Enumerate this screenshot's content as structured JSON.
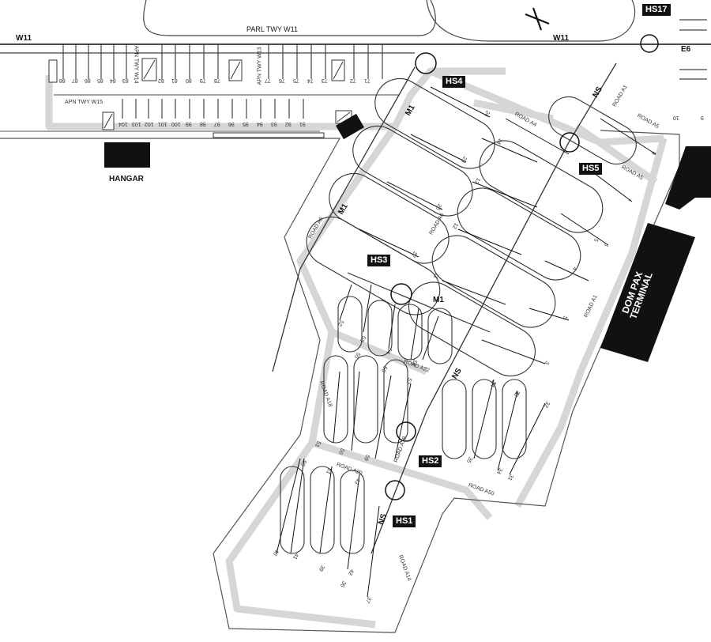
{
  "map": {
    "taxiways": {
      "w11_left": "W11",
      "w11_right": "W11",
      "parl_twy": "PARL TWY W11",
      "m1_upper": "M1",
      "m1_mid": "M1",
      "m1_lower": "M1",
      "ns_upper": "NS",
      "ns_mid": "NS",
      "ns_lower": "NS",
      "e6": "E6",
      "apn_twy_w15": "APN TWY W15",
      "apn_twy_w13": "APN TWY W13",
      "apn_twy_w14": "APN TWY W14"
    },
    "roads": {
      "a1_right": "ROAD A1",
      "a4": "ROAD A4",
      "a5_right": "ROAD A5",
      "a5_top": "ROAD A5",
      "a1_mid": "ROAD A1",
      "a6": "ROAD A6",
      "a6_left": "ROAD A6",
      "a22": "ROAD A22",
      "a18": "ROAD A18",
      "a20": "ROAD A20",
      "a50": "ROAD A50",
      "a14": "ROAD A14",
      "a19": "ROAD A19"
    },
    "hotspots": {
      "hs1": "HS1",
      "hs2": "HS2",
      "hs3": "HS3",
      "hs4": "HS4",
      "hs5": "HS5",
      "hs17": "HS17"
    },
    "buildings": {
      "hangar": "HANGAR",
      "terminal_line1": "DOM PAX",
      "terminal_line2": "TERMINAL"
    },
    "stands": {
      "top_row_upper": [
        "88",
        "87",
        "86",
        "85",
        "84",
        "83",
        "82",
        "81",
        "80",
        "79",
        "78",
        "77",
        "76",
        "75",
        "74",
        "73",
        "72",
        "71"
      ],
      "top_row_lower": [
        "104",
        "103",
        "102",
        "101",
        "100",
        "99",
        "98",
        "97",
        "96",
        "95",
        "94",
        "93",
        "92",
        "91"
      ],
      "apron": [
        "24",
        "23",
        "26",
        "27",
        "14",
        "13",
        "12",
        "11",
        "5",
        "8",
        "7",
        "6",
        "5",
        "4",
        "3",
        "2",
        "1",
        "55",
        "56",
        "57",
        "58",
        "54",
        "53",
        "52",
        "51",
        "50",
        "59",
        "60",
        "51",
        "43",
        "42",
        "41",
        "40",
        "39",
        "37",
        "36",
        "35",
        "34",
        "31",
        "32",
        "33",
        "34"
      ],
      "right_top": [
        "10",
        "9"
      ]
    }
  }
}
